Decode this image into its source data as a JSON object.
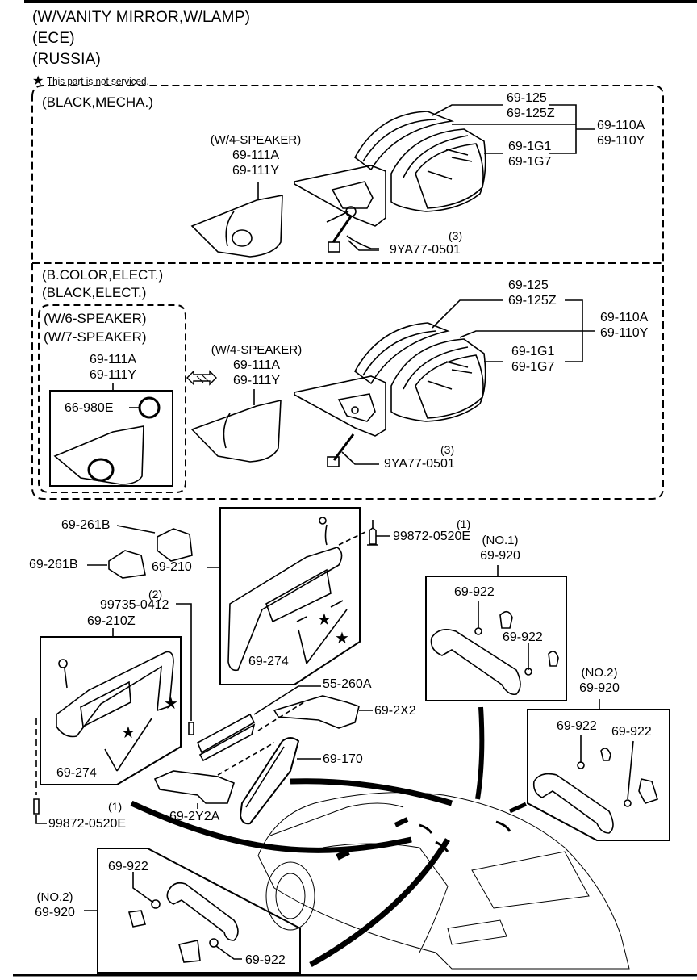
{
  "header": {
    "lines": [
      "(W/VANITY MIRROR,W/LAMP)",
      "(ECE)",
      "(RUSSIA)"
    ],
    "note_symbol": "★",
    "note_text": "This part is not serviced."
  },
  "section_mecha": {
    "title": "(BLACK,MECHA.)",
    "speaker_cover": {
      "variant": "(W/4-SPEAKER)",
      "parts": [
        "69-111A",
        "69-111Y"
      ]
    },
    "mirror_body": [
      "69-125",
      "69-125Z"
    ],
    "mirror_glass": [
      "69-1G1",
      "69-1G7"
    ],
    "mirror_assembly": [
      "69-110A",
      "69-110Y"
    ],
    "bolt": {
      "part": "9YA77-0501",
      "qty": "(3)"
    }
  },
  "section_elect": {
    "titles": [
      "(B.COLOR,ELECT.)",
      "(BLACK,ELECT.)"
    ],
    "speaker_alt": {
      "variants": [
        "(W/6-SPEAKER)",
        "(W/7-SPEAKER)"
      ],
      "parts": [
        "69-111A",
        "69-111Y"
      ],
      "tweeter": "66-980E"
    },
    "speaker_cover": {
      "variant": "(W/4-SPEAKER)",
      "parts": [
        "69-111A",
        "69-111Y"
      ]
    },
    "mirror_body": [
      "69-125",
      "69-125Z"
    ],
    "mirror_glass": [
      "69-1G1",
      "69-1G7"
    ],
    "mirror_assembly": [
      "69-110A",
      "69-110Y"
    ],
    "bolt": {
      "part": "9YA77-0501",
      "qty": "(3)"
    }
  },
  "interior": {
    "clip_upper": "69-261B",
    "clip_lower": "69-261B",
    "sunvisor_right": "69-210",
    "sunvisor_left": "69-210Z",
    "visor_hook": "69-274",
    "visor_hook_left": "69-274",
    "screw_right": {
      "part": "99872-0520E",
      "qty": "(1)"
    },
    "screw_left": {
      "part": "99872-0520E",
      "qty": "(1)"
    },
    "screw_center": {
      "part": "99735-0412",
      "qty": "(2)"
    },
    "map_lamp": "55-260A",
    "holder_right": "69-2X2",
    "holder_left": "69-2Y2A",
    "rear_mirror": "69-170",
    "assist_grip_1": {
      "variant": "(NO.1)",
      "part": "69-920",
      "caps": [
        "69-922",
        "69-922"
      ]
    },
    "assist_grip_2_right": {
      "variant": "(NO.2)",
      "part": "69-920",
      "caps": [
        "69-922",
        "69-922"
      ]
    },
    "assist_grip_2_left": {
      "variant": "(NO.2)",
      "part": "69-920",
      "caps": [
        "69-922",
        "69-922"
      ]
    }
  }
}
